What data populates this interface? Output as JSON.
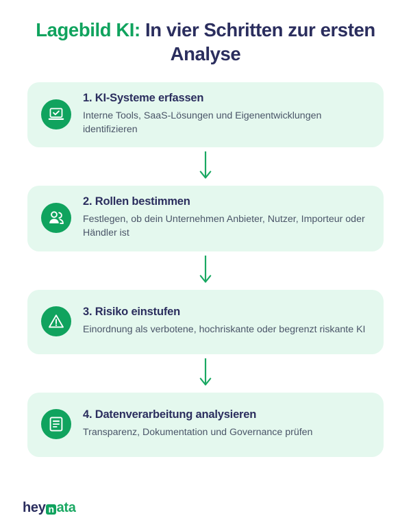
{
  "title": {
    "accent_text": "Lagebild KI:",
    "rest_text": " In vier Schritten zur ersten Analyse"
  },
  "colors": {
    "brand_green": "#10A35E",
    "navy": "#2B2E5E",
    "card_bg": "#E4F8EE",
    "body_text": "#4A5568",
    "page_bg": "#FFFFFF"
  },
  "steps": [
    {
      "icon": "laptop-check-icon",
      "title": "1. KI-Systeme erfassen",
      "description": "Interne Tools, SaaS-Lösungen und Eigenentwicklungen identifizieren"
    },
    {
      "icon": "users-icon",
      "title": "2. Rollen bestimmen",
      "description": "Festlegen, ob dein Unternehmen Anbieter, Nutzer, Importeur oder Händler ist"
    },
    {
      "icon": "warning-triangle-icon",
      "title": "3. Risiko einstufen",
      "description": "Einordnung als verbotene, hochriskante oder begrenzt riskante KI"
    },
    {
      "icon": "document-lines-icon",
      "title": "4. Datenverarbeitung analysieren",
      "description": "Transparenz, Dokumentation und Governance prüfen"
    }
  ],
  "connector": {
    "icon": "arrow-down-icon"
  },
  "logo": {
    "part_one": "hey",
    "part_mark": "n",
    "part_two": "ata"
  }
}
